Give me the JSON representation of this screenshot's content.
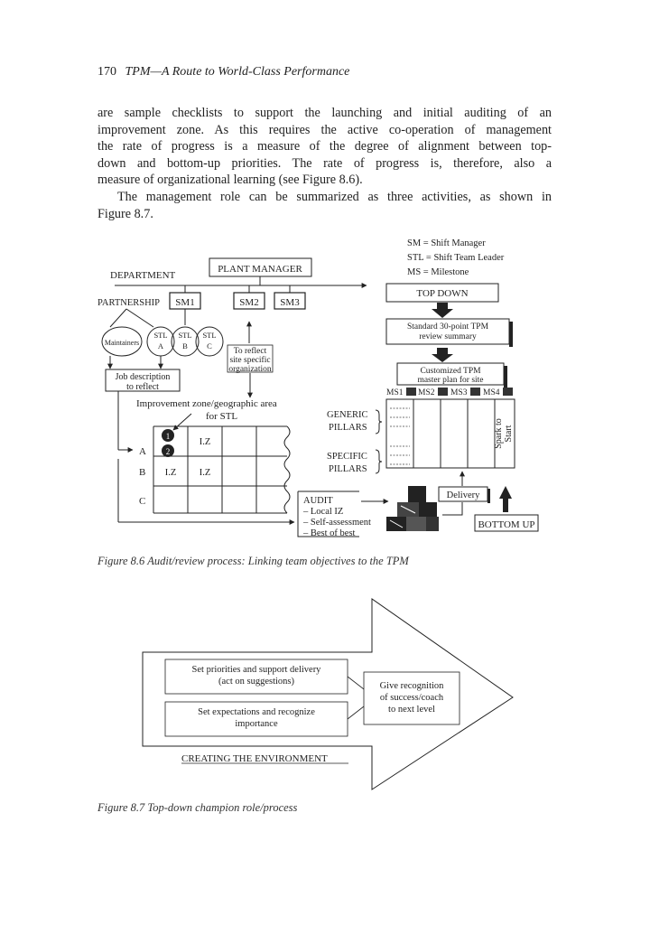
{
  "header": {
    "page_number": "170",
    "book_title": "TPM—A Route to World-Class Performance"
  },
  "body": {
    "lines": [
      "are sample checklists to support the launching and initial auditing of an",
      "improvement zone. As this requires the active co-operation of management",
      "the rate of progress is a measure of the degree of alignment between top-",
      "down and bottom-up priorities. The rate of progress is, therefore, also a",
      "measure of organizational learning (see Figure 8.6).",
      "The management role can be summarized as three activities, as shown in",
      "Figure 8.7."
    ]
  },
  "figure_8_6": {
    "legend": {
      "sm": "SM = Shift Manager",
      "stl": "STL = Shift Team Leader",
      "ms": "MS = Milestone"
    },
    "department": "DEPARTMENT",
    "plant_manager": "PLANT MANAGER",
    "partnership": "PARTNERSHIP",
    "sm1": "SM1",
    "sm2": "SM2",
    "sm3": "SM3",
    "maintainers": "Maintainers",
    "stl_word": "STL",
    "stl_a": "A",
    "stl_b": "B",
    "stl_c": "C",
    "reflect_site": [
      "To reflect",
      "site specific",
      "organization"
    ],
    "job_description": [
      "Job description",
      "to reflect"
    ],
    "iz_caption": [
      "Improvement zone/geographic area",
      "for STL"
    ],
    "top_down": "TOP DOWN",
    "standard_review": [
      "Standard 30-point TPM",
      "review summary"
    ],
    "customized_plan": [
      "Customized TPM",
      "master plan for site"
    ],
    "milestones": [
      "MS1",
      "MS2",
      "MS3",
      "MS4"
    ],
    "generic_pillars": [
      "GENERIC",
      "PILLARS"
    ],
    "specific_pillars": [
      "SPECIFIC",
      "PILLARS"
    ],
    "spark_to_start": [
      "Spark to",
      "Start"
    ],
    "rows": [
      "A",
      "B",
      "C"
    ],
    "circle_1": "1",
    "circle_2": "2",
    "cell_iz": "I.Z",
    "audit_lines": [
      "AUDIT",
      "– Local IZ",
      "– Self-assessment",
      "– Best of best"
    ],
    "delivery": "Delivery",
    "bottom_up": "BOTTOM UP",
    "caption": "Figure 8.6 Audit/review process: Linking team objectives to the TPM"
  },
  "figure_8_7": {
    "box1": [
      "Set priorities and support delivery",
      "(act on suggestions)"
    ],
    "box2": [
      "Set expectations and recognize",
      "importance"
    ],
    "box3": [
      "Give recognition",
      "of success/coach",
      "to next level"
    ],
    "footer": "CREATING THE ENVIRONMENT",
    "caption": "Figure 8.7 Top-down champion role/process"
  }
}
